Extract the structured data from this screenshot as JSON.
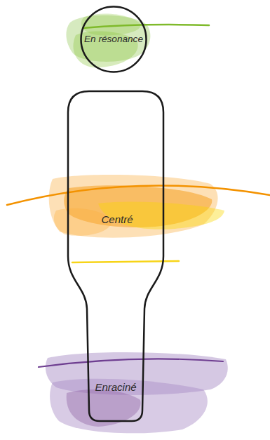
{
  "diagram": {
    "nodes": [
      {
        "text": [
          "En résonance"
        ]
      },
      {
        "text": [
          "Centré"
        ]
      },
      {
        "text": [
          "Enraciné"
        ]
      }
    ]
  }
}
